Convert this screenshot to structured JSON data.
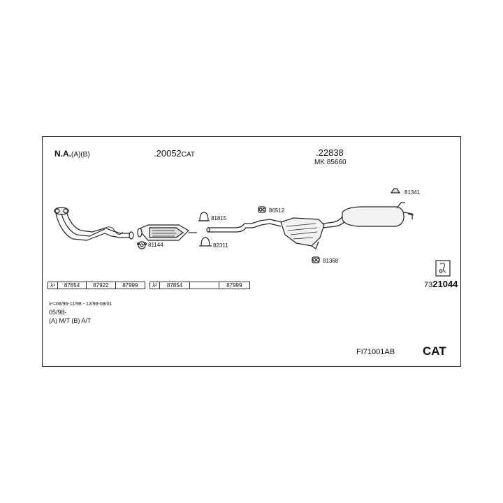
{
  "header": {
    "model": "N.A.",
    "model_variant": "(A)(B)",
    "cat_prefix": ".",
    "cat_number": "20052",
    "cat_suffix": "CAT",
    "main_part_prefix": ".",
    "main_part": "22838",
    "mk_label": "MK",
    "mk_number": "85660"
  },
  "parts": {
    "p81144": "81144",
    "p81815": "81815",
    "p82311": "82311",
    "p86512": "86512",
    "p81368": "81368",
    "p81341": "81341"
  },
  "kit": {
    "prefix": "73",
    "number": "21044"
  },
  "table1": {
    "lambda": "λ¹",
    "cells": [
      "87854",
      "87922",
      "87999"
    ]
  },
  "table2": {
    "lambda": "λ²",
    "cells": [
      "87854",
      "",
      "87999"
    ]
  },
  "notes": {
    "line1": "λ¹=08/96-11/98 - 12/98-08/01",
    "line2": "05/98-",
    "line3": "(A) M/T (B) A/T"
  },
  "footer": {
    "code": "FI71001AB",
    "cat": "CAT"
  }
}
